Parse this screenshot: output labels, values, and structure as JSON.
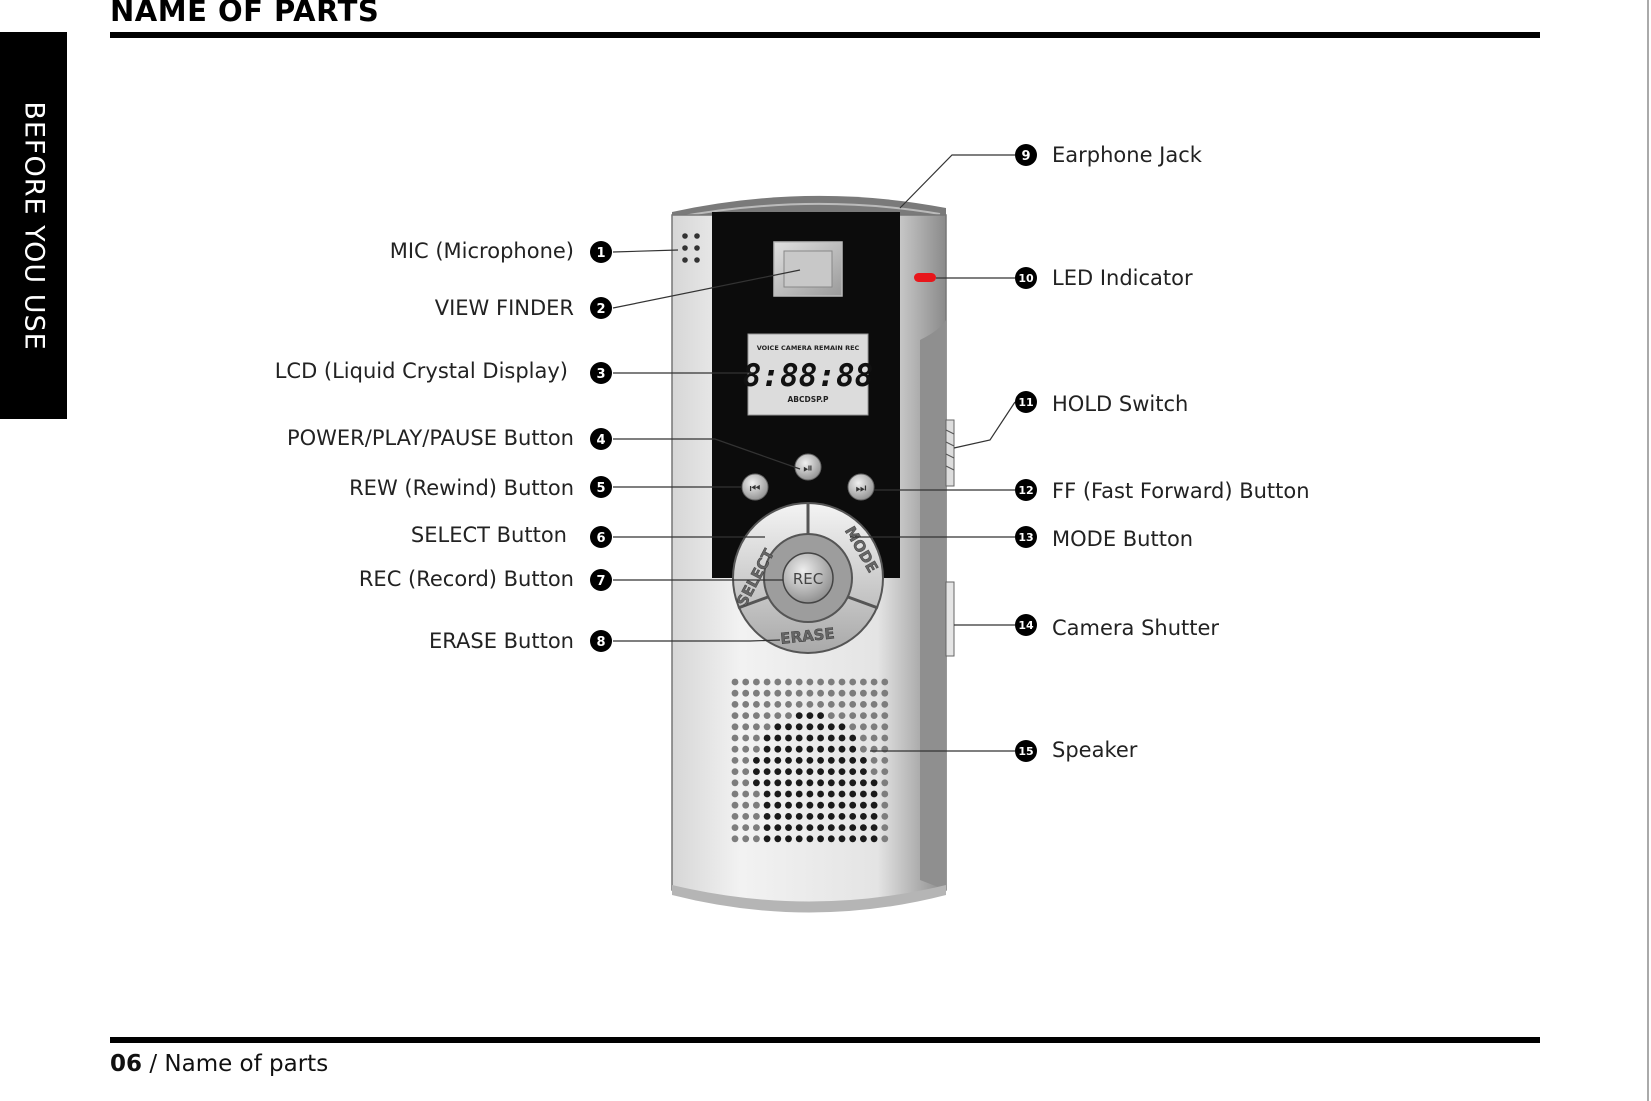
{
  "header": {
    "title": "NAME OF PARTS"
  },
  "side_tab": {
    "label": "BEFORE YOU USE"
  },
  "parts": [
    {
      "number": "1",
      "label": "MIC (Microphone)"
    },
    {
      "number": "2",
      "label": "VIEW FINDER"
    },
    {
      "number": "3",
      "label": "LCD (Liquid Crystal Display)"
    },
    {
      "number": "4",
      "label": "POWER/PLAY/PAUSE Button"
    },
    {
      "number": "5",
      "label": "REW (Rewind) Button"
    },
    {
      "number": "6",
      "label": "SELECT Button"
    },
    {
      "number": "7",
      "label": "REC (Record) Button"
    },
    {
      "number": "8",
      "label": "ERASE Button"
    },
    {
      "number": "9",
      "label": "Earphone Jack"
    },
    {
      "number": "10",
      "label": "LED Indicator"
    },
    {
      "number": "11",
      "label": "HOLD Switch"
    },
    {
      "number": "12",
      "label": "FF (Fast Forward) Button"
    },
    {
      "number": "13",
      "label": "MODE Button"
    },
    {
      "number": "14",
      "label": "Camera Shutter"
    },
    {
      "number": "15",
      "label": "Speaker"
    }
  ],
  "device": {
    "lcd_top": "VOICE CAMERA REMAIN REC",
    "lcd_digits": "8:88:88",
    "lcd_bottom": "ABCDSP.P",
    "rec_label": "REC",
    "select_label": "SELECT",
    "mode_label": "MODE",
    "erase_label": "ERASE"
  },
  "footer": {
    "page_number": "06",
    "separator": " / ",
    "section": "Name of parts"
  },
  "colors": {
    "led": "#e8161b",
    "body_dark": "#0c0c0c",
    "body_silver": "#c9c9c9"
  }
}
